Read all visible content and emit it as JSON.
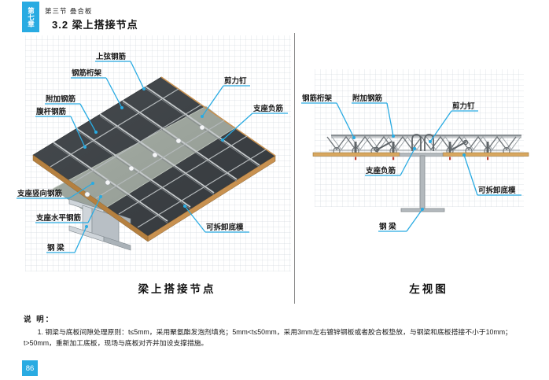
{
  "header": {
    "chapter_tab": "第七章",
    "breadcrumb": "第三节 叠合板",
    "title": "3.2 梁上搭接节点"
  },
  "figures": {
    "iso": {
      "caption": "梁上搭接节点",
      "labels": [
        "上弦钢筋",
        "钢筋桁架",
        "附加钢筋",
        "腹杆钢筋",
        "剪力钉",
        "支座负筋",
        "支座竖向钢筋",
        "支座水平钢筋",
        "钢 梁",
        "可拆卸底模"
      ]
    },
    "side": {
      "caption": "左视图",
      "labels": [
        "钢筋桁架",
        "附加钢筋",
        "剪力钉",
        "支座负筋",
        "可拆卸底模",
        "钢 梁"
      ]
    }
  },
  "notes": {
    "heading": "说 明：",
    "items": [
      "1. 钢梁与底板间隙处理原则：t≤5mm，采用聚氨酯发泡剂填充；5mm<t≤50mm，采用3mm左右镀锌钢板或者胶合板垫放，与钢梁和底板搭接不小于10mm；t>50mm，重新加工底板，现场与底板对齐并加设支撑措施。"
    ]
  },
  "page_number": "86",
  "colors": {
    "accent": "#29abe2",
    "slab_top": "#3e4347",
    "formwork_tan": "#c89150",
    "steel_gray": "#b3b9bd",
    "red_marker": "#c0392b"
  }
}
